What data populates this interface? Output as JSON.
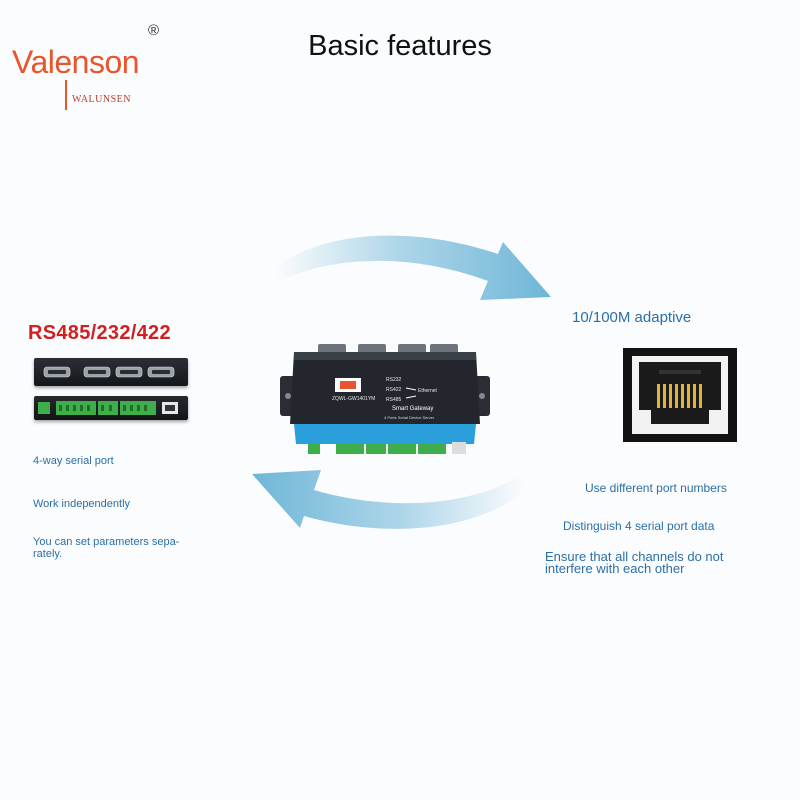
{
  "brand": {
    "name": "Valenson",
    "sub": "WALUNSEN",
    "registered": "®",
    "color": "#e8552c"
  },
  "title": "Basic features",
  "left": {
    "interfaces_label": "RS485/232/422",
    "features": [
      "4-way serial port",
      "Work independently",
      "You can set parameters sepa- rately."
    ]
  },
  "device": {
    "name": "Smart Gateway",
    "description": "4 Ports Serial Device Server",
    "model": "ZQWL-GW1401YM",
    "interfaces": [
      "RS232",
      "RS422",
      "RS485"
    ],
    "ethernet_label": "Ethernet"
  },
  "right": {
    "ethernet_title": "10/100M adaptive",
    "features": [
      "Use different port numbers",
      "Distinguish 4 serial port data",
      "Ensure that all channels do not interfere with each other"
    ]
  },
  "colors": {
    "feature_text": "#2b6fa8",
    "interface_label": "#d02020",
    "arrow": "#6fb6d8",
    "device_strip": "#2b9fdc"
  }
}
